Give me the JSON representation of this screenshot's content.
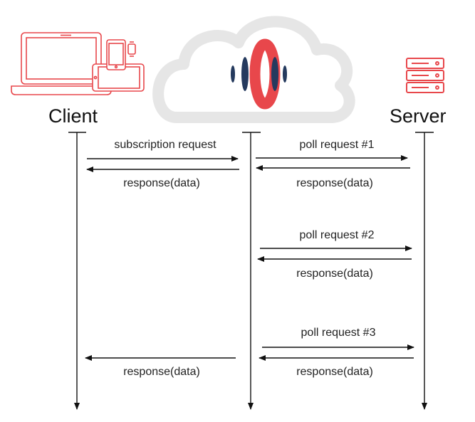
{
  "actors": {
    "client": "Client",
    "server": "Server"
  },
  "messages": [
    {
      "label": "subscription request"
    },
    {
      "label": "response(data)"
    },
    {
      "label": "poll request #1"
    },
    {
      "label": "response(data)"
    },
    {
      "label": "poll request #2"
    },
    {
      "label": "response(data)"
    },
    {
      "label": "poll request #3"
    },
    {
      "label": "response(data)"
    },
    {
      "label": "response(data)"
    }
  ],
  "colors": {
    "brand_red": "#e8474b",
    "brand_navy": "#253a5e",
    "cloud_gray": "#e6e6e6",
    "line": "#111111"
  },
  "icons": {
    "client": "devices-icon",
    "hub": "cloud-logo-icon",
    "server": "server-stack-icon"
  }
}
